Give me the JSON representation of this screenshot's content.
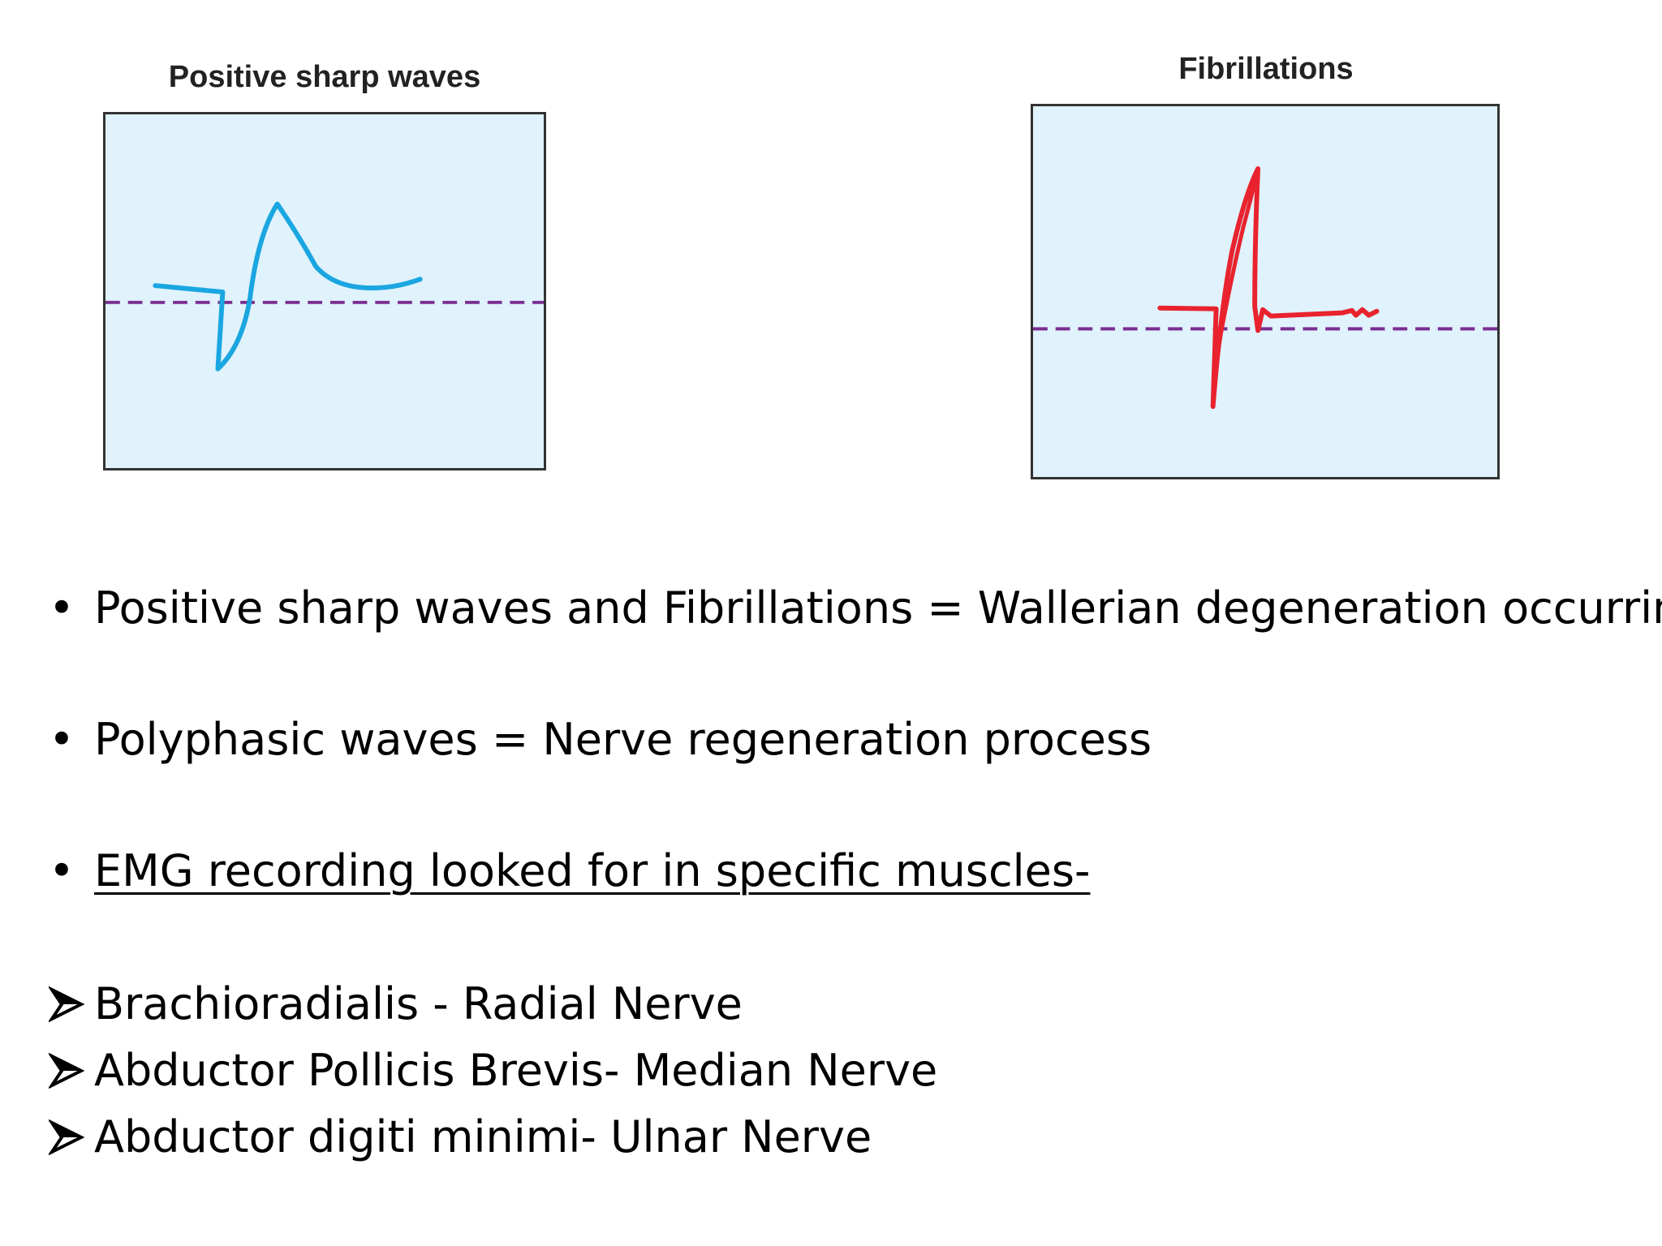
{
  "diagrams": {
    "positive_sharp_waves": {
      "title": "Positive sharp waves",
      "trace_color": "#1aa6e0",
      "baseline_color": "#7a2e91",
      "frame_bg": "#e0f2fc"
    },
    "fibrillations": {
      "title": "Fibrillations",
      "trace_color": "#e8232e",
      "baseline_color": "#7a2e91",
      "frame_bg": "#e0f2fc"
    }
  },
  "bullets": [
    {
      "mark": "•",
      "text": "Positive sharp waves and Fibrillations = Wallerian degeneration occurring"
    },
    {
      "mark": "•",
      "text": "Polyphasic waves = Nerve regeneration process"
    },
    {
      "mark": "•",
      "text": "EMG recording looked for in specific muscles-"
    }
  ],
  "arrow_items": [
    {
      "text": "Brachioradialis - Radial Nerve"
    },
    {
      "text": "Abductor Pollicis Brevis- Median Nerve"
    },
    {
      "text": "Abductor digiti minimi- Ulnar Nerve"
    }
  ],
  "icons": {
    "bullet": "bullet-dot-icon",
    "arrow": "arrowhead-bullet-icon"
  }
}
